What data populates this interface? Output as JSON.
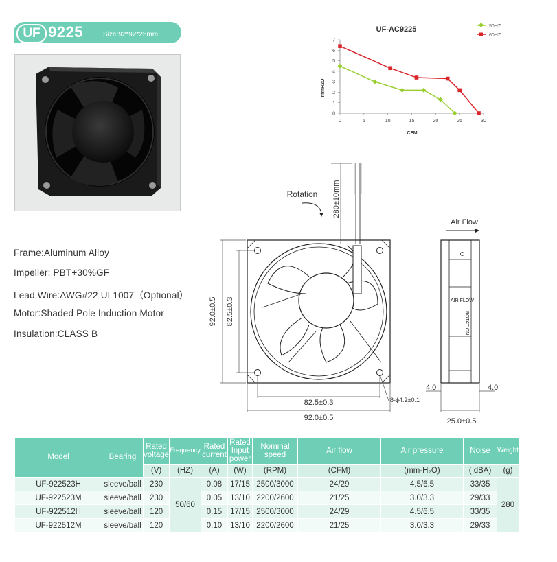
{
  "header": {
    "brand": "UF",
    "model": "9225",
    "size": "Size:92*92*25mm"
  },
  "photo": {
    "subject": "fan-photo"
  },
  "specs": [
    "Frame:Aluminum Alloy",
    "Impeller: PBT+30%GF",
    "Lead Wire:AWG#22 UL1007（Optional）",
    "Motor:Shaded Pole Induction Motor",
    "Insulation:CLASS B"
  ],
  "chart_data": {
    "type": "line",
    "title": "UF-AC9225",
    "xlabel": "CFM",
    "ylabel": "mmH2O",
    "xlim": [
      0,
      30
    ],
    "ylim": [
      0,
      7
    ],
    "xticks": [
      "0",
      "5",
      "10",
      "15",
      "20",
      "25",
      "30"
    ],
    "yticks": [
      "0",
      "1",
      "2",
      "3",
      "4",
      "5",
      "6",
      "7"
    ],
    "legend_position": "top-right",
    "series": [
      {
        "name": "50HZ",
        "color": "#9acd32",
        "marker": "diamond",
        "x": [
          0,
          7.3,
          13,
          17.5,
          21,
          24
        ],
        "y": [
          4.5,
          3.0,
          2.2,
          2.2,
          1.3,
          0
        ]
      },
      {
        "name": "60HZ",
        "color": "#d9262b",
        "marker": "square",
        "x": [
          0,
          10.5,
          16,
          22.5,
          25,
          29
        ],
        "y": [
          6.4,
          4.3,
          3.4,
          3.3,
          2.2,
          0
        ]
      }
    ]
  },
  "drawing": {
    "rotation": "Rotation",
    "air_flow": "Air Flow",
    "lead_length": "280±10mm",
    "outer_height": "92.0±0.5",
    "hole_height": "82.5±0.3",
    "hole_width": "82.5±0.3",
    "outer_width": "92.0±0.5",
    "holes": "8-ϕ4.2±0.1",
    "depth": "25.0±0.5",
    "flange_left": "4.0",
    "flange_right": "4.0",
    "side_air_flow": "AIR FLOW",
    "side_rotation": "ROTATION"
  },
  "table": {
    "headers": {
      "model": "Model",
      "bearing": "Bearing",
      "voltage": [
        "Rated",
        "voltage"
      ],
      "frequency": "Frequency",
      "current": [
        "Rated",
        "current"
      ],
      "input": [
        "Rated",
        "Input",
        "power"
      ],
      "speed": [
        "Nominal",
        "speed"
      ],
      "airflow": "Air flow",
      "pressure": "Air pressure",
      "noise": "Noise",
      "weight": "Weight"
    },
    "units": {
      "voltage": "(V)",
      "frequency": "(HZ)",
      "current": "(A)",
      "input": "(W)",
      "speed": "(RPM)",
      "airflow": "(CFM)",
      "pressure": "(mm-H₂O)",
      "noise": "( dBA)",
      "weight": "(g)"
    },
    "frequency_value": "50/60",
    "weight_value": "280",
    "rows": [
      {
        "model": "UF-922523H",
        "bearing": "sleeve/ball",
        "voltage": "230",
        "current": "0.08",
        "input": "17/15",
        "speed": "2500/3000",
        "airflow": "24/29",
        "pressure": "4.5/6.5",
        "noise": "33/35"
      },
      {
        "model": "UF-922523M",
        "bearing": "sleeve/ball",
        "voltage": "230",
        "current": "0.05",
        "input": "13/10",
        "speed": "2200/2600",
        "airflow": "21/25",
        "pressure": "3.0/3.3",
        "noise": "29/33"
      },
      {
        "model": "UF-922512H",
        "bearing": "sleeve/ball",
        "voltage": "120",
        "current": "0.15",
        "input": "17/15",
        "speed": "2500/3000",
        "airflow": "24/29",
        "pressure": "4.5/6.5",
        "noise": "33/35"
      },
      {
        "model": "UF-922512M",
        "bearing": "sleeve/ball",
        "voltage": "120",
        "current": "0.10",
        "input": "13/10",
        "speed": "2200/2600",
        "airflow": "21/25",
        "pressure": "3.0/3.3",
        "noise": "29/33"
      }
    ]
  }
}
